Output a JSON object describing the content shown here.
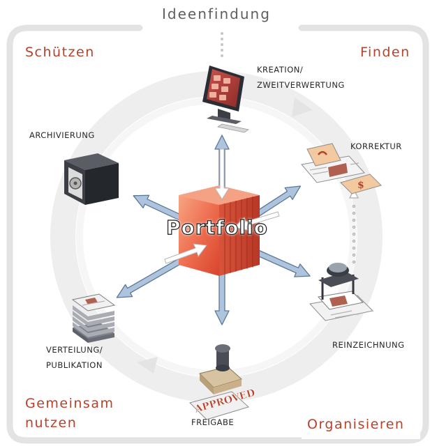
{
  "diagram": {
    "title": "Ideenfindung",
    "center_label": "Portfolio",
    "corners": {
      "top_left": "Schützen",
      "top_right": "Finden",
      "bottom_left": [
        "Gemeinsam",
        "nutzen"
      ],
      "bottom_right": "Organisieren"
    },
    "nodes": {
      "kreation": [
        "KREATION/",
        "ZWEITVERWERTUNG"
      ],
      "korrektur": "KORREKTUR",
      "reinzeichnung": "REINZEICHNUNG",
      "freigabe": "FREIGABE",
      "verteilung": [
        "VERTEILUNG/",
        "PUBLIKATION"
      ],
      "archivierung": "ARCHIVIERUNG"
    },
    "stamp_text": "APPROVED"
  },
  "colors": {
    "accent": "#b7412a",
    "title_gray": "#5f5f5f",
    "frame_gray": "#e3e3e3",
    "ring_gray": "#e8e8e8",
    "arrow_blue": "#a7bfd9",
    "arrow_outline": "#51708f",
    "cube_orange": "#ec6a4f"
  },
  "icons": {
    "kreation": "computer-monitor-icon",
    "korrektur": "proof-documents-icon",
    "reinzeichnung": "magnifier-loupe-icon",
    "freigabe": "approved-stamp-icon",
    "verteilung": "document-stack-icon",
    "archivierung": "safe-vault-icon"
  }
}
